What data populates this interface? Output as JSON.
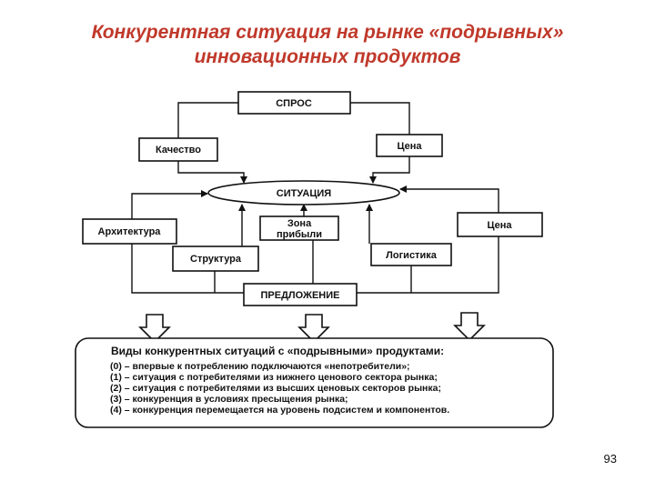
{
  "slide": {
    "title_line1": "Конкурентная ситуация на рынке «подрывных»",
    "title_line2": "инновационных продуктов",
    "page_number": "93"
  },
  "diagram": {
    "nodes": {
      "demand": "СПРОС",
      "quality": "Качество",
      "price_top": "Цена",
      "situation": "СИТУАЦИЯ",
      "architecture": "Архитектура",
      "profit_zone_line1": "Зона",
      "profit_zone_line2": "прибыли",
      "price_right": "Цена",
      "structure": "Структура",
      "logistics": "Логистика",
      "supply": "ПРЕДЛОЖЕНИЕ"
    },
    "legend": {
      "title": "Виды конкурентных ситуаций с «подрывными» продуктами:",
      "items": [
        "(0) – впервые к потреблению подключаются «непотребители»;",
        "(1) – ситуация с потребителями из нижнего ценового сектора рынка;",
        "(2) – ситуация с потребителями из высших ценовых секторов рынка;",
        "(3) – конкуренция в условиях пресыщения рынка;",
        "(4) – конкуренция перемещается на уровень подсистем и компонентов."
      ]
    }
  },
  "colors": {
    "title": "#c0392b",
    "ink": "#111111",
    "background": "#ffffff"
  }
}
